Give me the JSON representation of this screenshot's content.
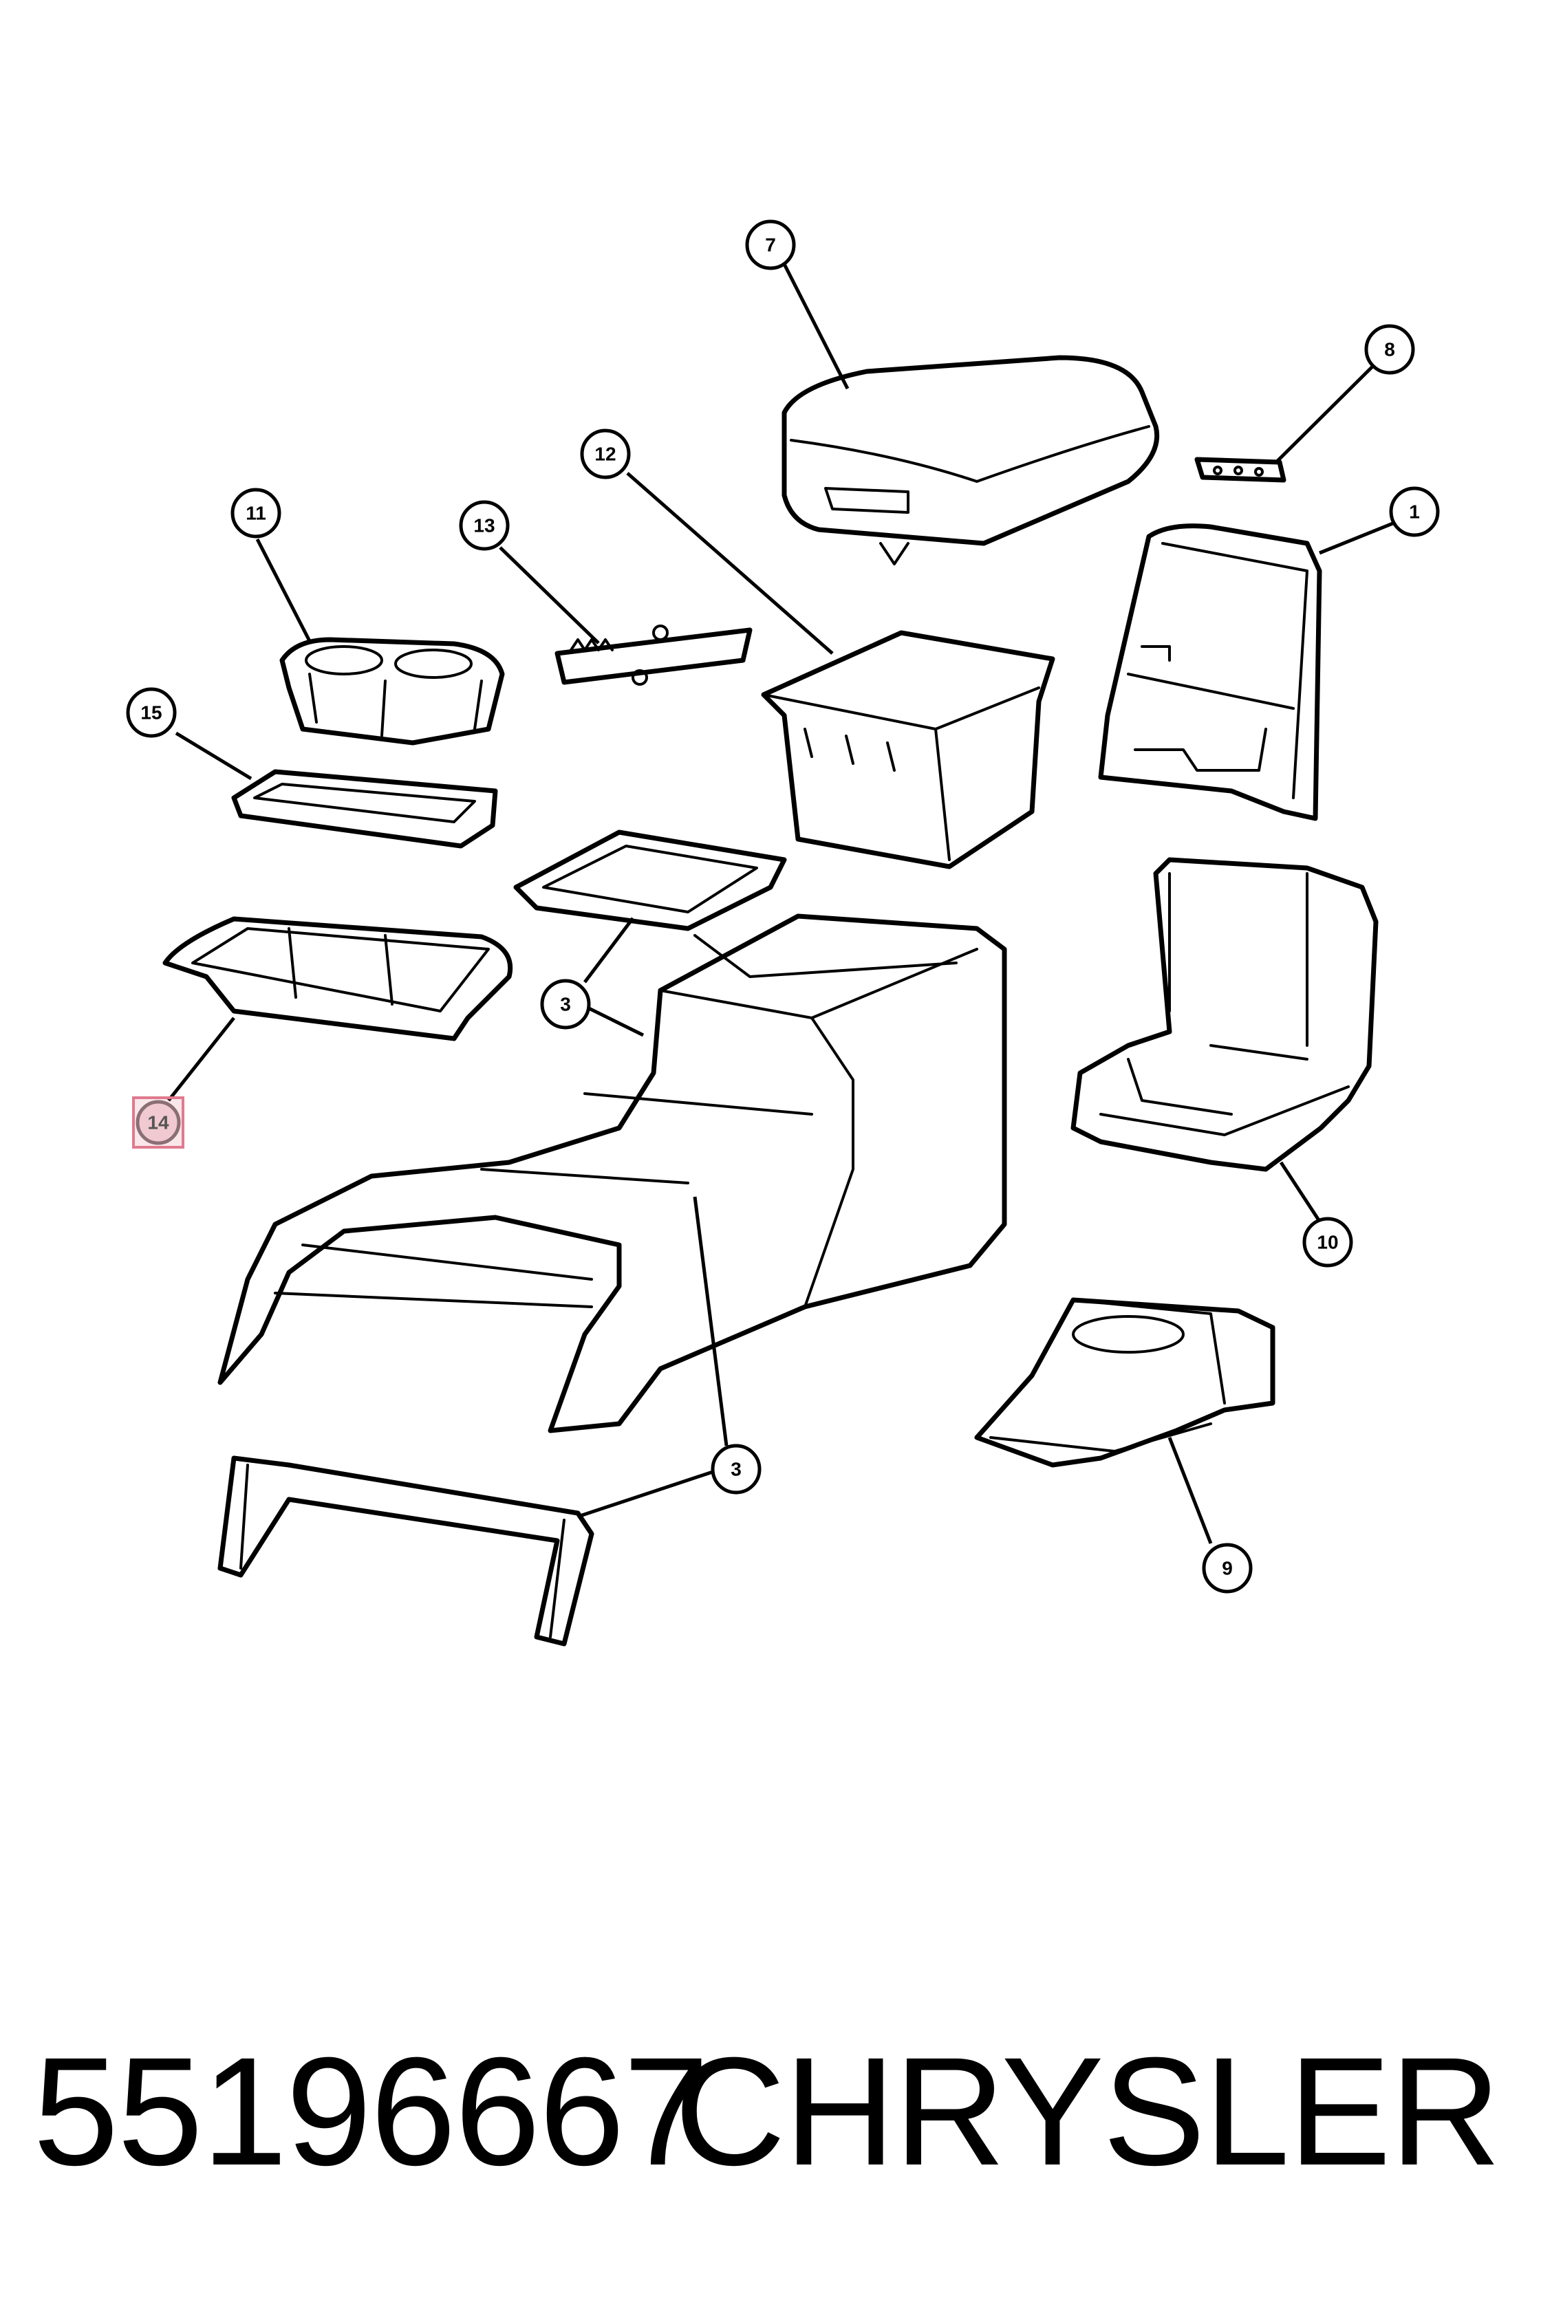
{
  "diagram": {
    "callouts": {
      "c1": "1",
      "c3a": "3",
      "c3b": "3",
      "c7": "7",
      "c8": "8",
      "c9": "9",
      "c10": "10",
      "c11": "11",
      "c12": "12",
      "c13": "13",
      "c14": "14",
      "c15": "15"
    },
    "highlighted_callout": "14",
    "colors": {
      "line": "#000000",
      "highlight": "#e07a8e"
    }
  },
  "footer": {
    "part_number": "55196667",
    "brand": "CHRYSLER"
  }
}
